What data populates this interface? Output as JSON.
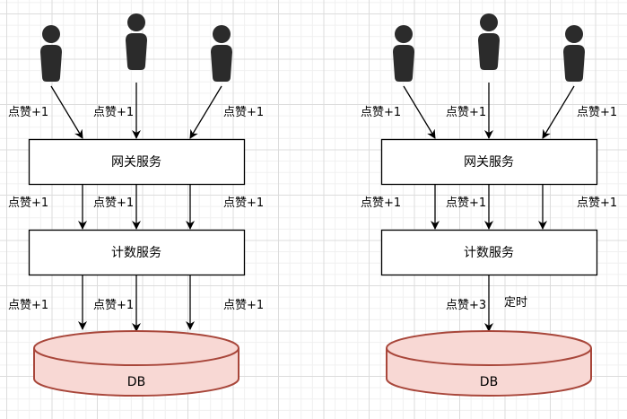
{
  "colors": {
    "person": "#2b2b2b",
    "line": "#000000",
    "db_fill": "#f8d8d4",
    "db_stroke": "#a8463a"
  },
  "left": {
    "title": "per-like write flow",
    "user_labels": [
      "点赞+1",
      "点赞+1",
      "点赞+1"
    ],
    "gateway_label": "网关服务",
    "gateway_edge_labels": [
      "点赞+1",
      "点赞+1",
      "点赞+1"
    ],
    "counter_label": "计数服务",
    "counter_edge_labels": [
      "点赞+1",
      "点赞+1",
      "点赞+1"
    ],
    "db_label": "DB"
  },
  "right": {
    "title": "batched timed write flow",
    "user_labels": [
      "点赞+1",
      "点赞+1",
      "点赞+1"
    ],
    "gateway_label": "网关服务",
    "gateway_edge_labels": [
      "点赞+1",
      "点赞+1",
      "点赞+1"
    ],
    "counter_label": "计数服务",
    "counter_edge_label": "点赞+3",
    "timer_label": "定时",
    "db_label": "DB"
  }
}
